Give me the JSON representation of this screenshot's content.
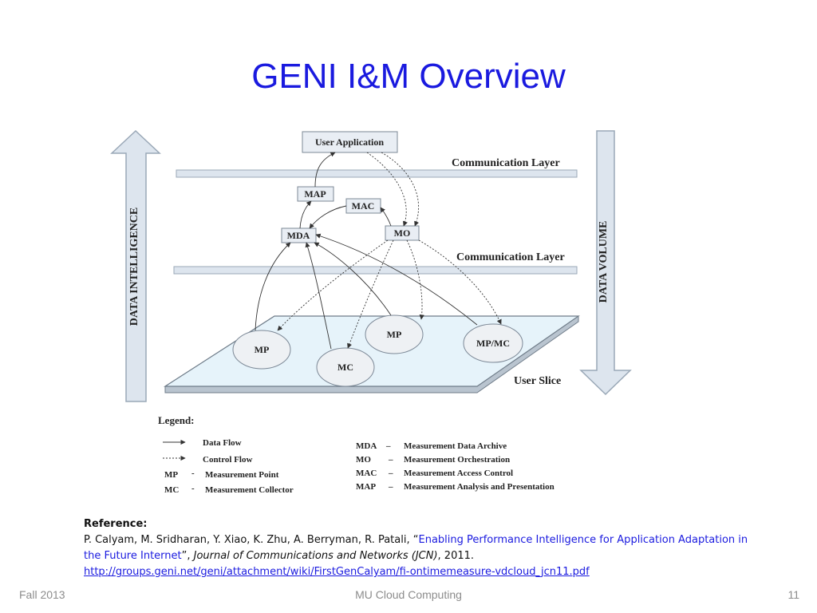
{
  "slide": {
    "title": "GENI I&M Overview"
  },
  "diagram": {
    "left_arrow_label": "DATA INTELLIGENCE",
    "right_arrow_label": "DATA VOLUME",
    "layer_top_label": "Communication Layer",
    "layer_bottom_label": "Communication Layer",
    "slice_label": "User Slice",
    "nodes": {
      "user_app": "User Application",
      "map": "MAP",
      "mac": "MAC",
      "mda": "MDA",
      "mo": "MO",
      "mp_left": "MP",
      "mc": "MC",
      "mp_center": "MP",
      "mpmc": "MP/MC"
    },
    "legend": {
      "title": "Legend:",
      "data_flow": "Data Flow",
      "control_flow": "Control Flow",
      "mp_abbr": "MP",
      "mp_dash": "-",
      "mp_full": "Measurement Point",
      "mc_abbr": "MC",
      "mc_dash": "-",
      "mc_full": "Measurement Collector",
      "definitions": [
        {
          "abbr": "MDA",
          "dash": "–",
          "full": "Measurement Data Archive"
        },
        {
          "abbr": "MO",
          "dash": "–",
          "full": "Measurement Orchestration"
        },
        {
          "abbr": "MAC",
          "dash": "–",
          "full": "Measurement Access Control"
        },
        {
          "abbr": "MAP",
          "dash": "–",
          "full": "Measurement Analysis and Presentation"
        }
      ]
    }
  },
  "reference": {
    "heading": "Reference:",
    "authors": "P. Calyam, M. Sridharan, Y. Xiao, K. Zhu, A. Berryman, R. Patali, “",
    "paper_title": "Enabling Performance Intelligence for Application Adaptation in the Future Internet",
    "after_title": "”, ",
    "journal": "Journal of Communications and Networks (JCN)",
    "year": ", 2011.",
    "url": "http://groups.geni.net/geni/attachment/wiki/FirstGenCalyam/fi-ontimemeasure-vdcloud_jcn11.pdf"
  },
  "footer": {
    "left": "Fall 2013",
    "center": "MU Cloud Computing",
    "right": "11"
  }
}
